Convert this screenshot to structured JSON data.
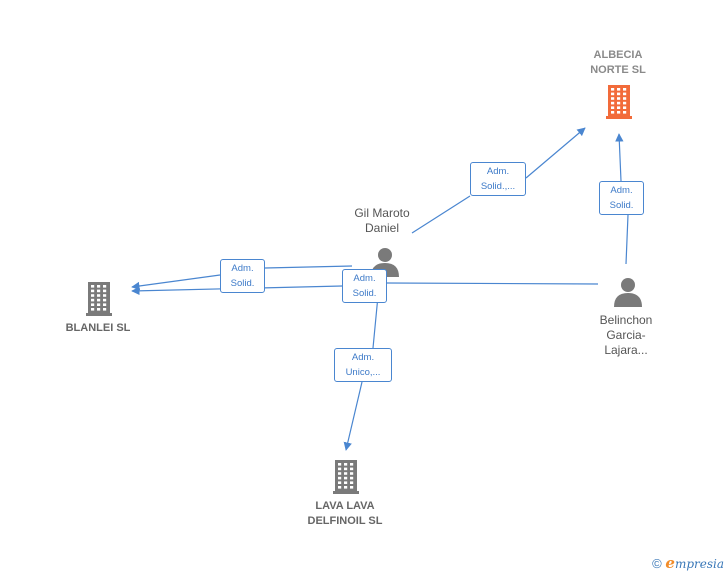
{
  "colors": {
    "edge": "#4a86d0",
    "company": "#7a7a7a",
    "company_highlight": "#f26b3a",
    "person": "#7a7a7a"
  },
  "nodes": {
    "albecia": {
      "label": "ALBECIA\nNORTE SL",
      "type": "company",
      "icon": "building-icon",
      "highlight": true
    },
    "blanlei": {
      "label": "BLANLEI SL",
      "type": "company",
      "icon": "building-icon"
    },
    "lava": {
      "label": "LAVA LAVA\nDELFINOIL SL",
      "type": "company",
      "icon": "building-icon"
    },
    "gil": {
      "label": "Gil Maroto\nDaniel",
      "type": "person",
      "icon": "person-icon"
    },
    "belinchon": {
      "label": "Belinchon\nGarcia-\nLajara...",
      "type": "person",
      "icon": "person-icon"
    }
  },
  "edges": [
    {
      "from": "gil",
      "to": "albecia",
      "label": "Adm.\nSolid.,..."
    },
    {
      "from": "belinchon",
      "to": "albecia",
      "label": "Adm.\nSolid."
    },
    {
      "from": "gil",
      "to": "blanlei",
      "label": "Adm.\nSolid."
    },
    {
      "from": "belinchon",
      "to": "blanlei",
      "label": "Adm.\nSolid."
    },
    {
      "from": "gil",
      "to": "lava",
      "label": "Adm.\nUnico,..."
    }
  ],
  "footer": {
    "copyright": "©",
    "brand_initial": "e",
    "brand_rest": "mpresia"
  }
}
